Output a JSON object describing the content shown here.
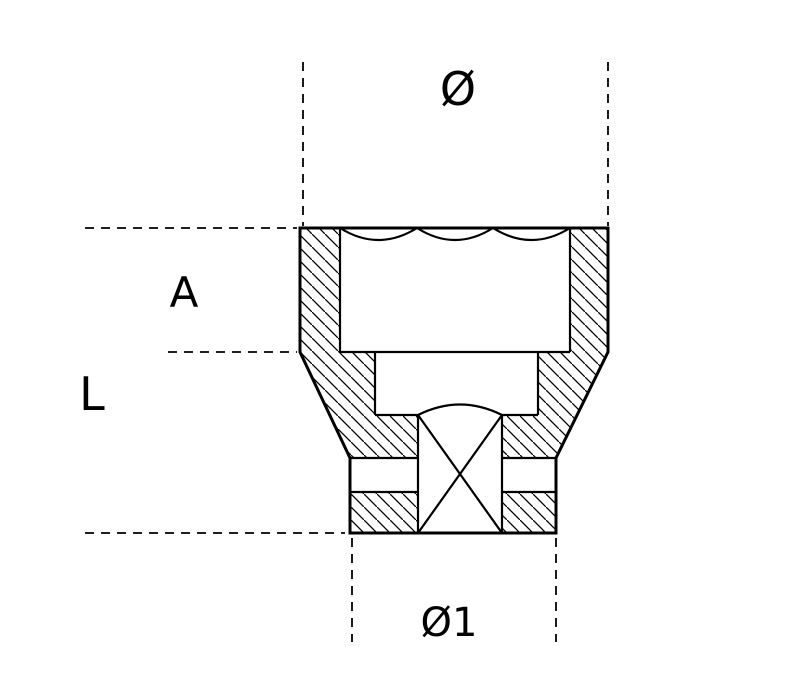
{
  "drawing": {
    "type": "socket-wrench-cross-section",
    "line_color": "#000000",
    "background": "#ffffff",
    "labels": {
      "outer_diameter": "Ø",
      "socket_depth": "A",
      "overall_length": "L",
      "drive_end_diameter": "Ø1"
    }
  }
}
